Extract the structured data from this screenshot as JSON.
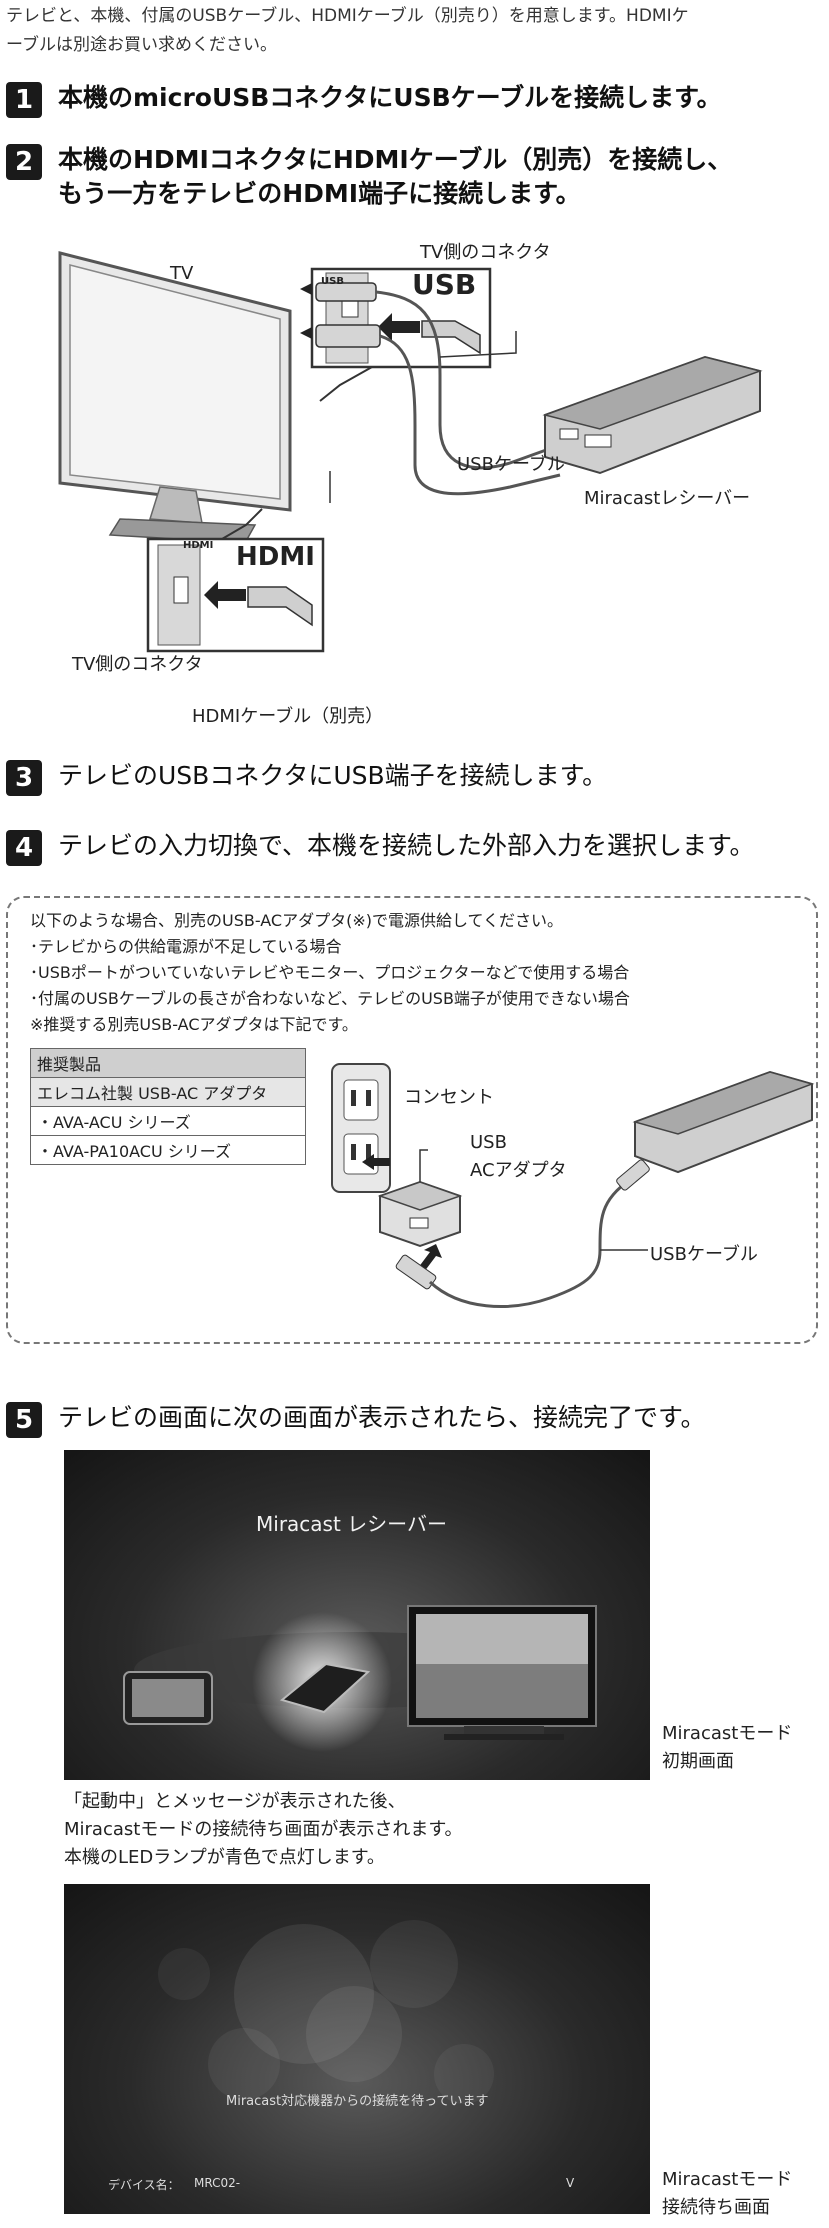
{
  "intro": {
    "line1": "テレビと、本機、付属のUSBケーブル、HDMIケーブル（別売り）を用意します。HDMIケ",
    "line2": "ーブルは別途お買い求めください。"
  },
  "steps": [
    {
      "num": "1",
      "text": "本機のmicroUSBコネクタにUSBケーブルを接続します。"
    },
    {
      "num": "2",
      "line1": "本機のHDMIコネクタにHDMIケーブル（別売）を接続し、",
      "line2": "もう一方をテレビのHDMI端子に接続します。"
    },
    {
      "num": "3",
      "text": "テレビのUSBコネクタにUSB端子を接続します。"
    },
    {
      "num": "4",
      "text": "テレビの入力切換で、本機を接続した外部入力を選択します。"
    },
    {
      "num": "5",
      "text": "テレビの画面に次の画面が表示されたら、接続完了です。"
    }
  ],
  "diagram1": {
    "tv": "TV",
    "tv_connector_top": "TV側のコネクタ",
    "usb_badge": "USB",
    "usb_port": "USB",
    "usb_cable": "USBケーブル",
    "receiver": "Miracastレシーバー",
    "hdmi_badge": "HDMI",
    "hdmi_port": "HDMI",
    "tv_connector_bottom": "TV側のコネクタ",
    "hdmi_cable": "HDMIケーブル（別売）"
  },
  "note": {
    "lines": [
      "以下のような場合、別売のUSB-ACアダプタ(※)で電源供給してください。",
      "･テレビからの供給電源が不足している場合",
      "･USBポートがついていないテレビやモニター、プロジェクターなどで使用する場合",
      "･付属のUSBケーブルの長さが合わないなど、テレビのUSB端子が使用できない場合",
      "※推奨する別売USB-ACアダプタは下記です。"
    ],
    "table": {
      "header": "推奨製品",
      "subheader": "エレコム社製 USB-AC アダプタ",
      "rows": [
        "・AVA-ACU シリーズ",
        "・AVA-PA10ACU シリーズ"
      ]
    },
    "outlet": "コンセント",
    "adapter_line1": "USB",
    "adapter_line2": "ACアダプタ",
    "usb_cable": "USBケーブル"
  },
  "screen1": {
    "title": "Miracast レシーバー",
    "caption_line1": "Miracastモード",
    "caption_line2": "初期画面"
  },
  "middle_text": {
    "line1": "「起動中」とメッセージが表示された後、",
    "line2": "Miracastモードの接続待ち画面が表示されます。",
    "line3": "本機のLEDランプが青色で点灯します。"
  },
  "screen2": {
    "message": "Miracast対応機器からの接続を待っています",
    "device_label": "デバイス名：",
    "device_value": "MRC02-",
    "version": "V",
    "caption_line1": "Miracastモード",
    "caption_line2": "接続待ち画面"
  }
}
